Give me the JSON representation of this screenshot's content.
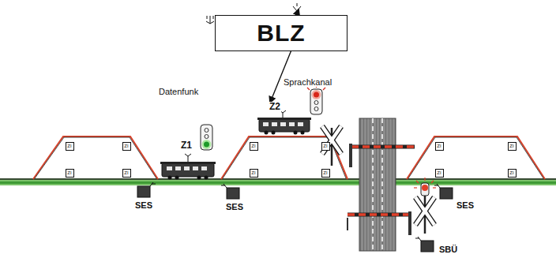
{
  "diagram": {
    "nodes": [
      {
        "text": [
          "BLZ"
        ]
      },
      {
        "text": [
          "ZI"
        ]
      },
      {
        "text": [
          "ZI"
        ]
      },
      {
        "text": [
          "ZI"
        ]
      },
      {
        "text": [
          "ZI"
        ]
      },
      {
        "text": [
          "ZI"
        ]
      },
      {
        "text": [
          "ZI"
        ]
      },
      {
        "text": [
          "ZI"
        ]
      },
      {
        "text": [
          "ZI"
        ]
      },
      {
        "text": [
          "ZI"
        ]
      },
      {
        "text": [
          "ZI"
        ]
      },
      {
        "text": [
          "ZI"
        ]
      },
      {
        "text": [
          "ZI"
        ]
      }
    ],
    "labels": [
      "Datenfunk",
      "Sprachkanal",
      "Z2",
      "Z1",
      "SES",
      "SES",
      "SES",
      "SBÜ"
    ]
  }
}
